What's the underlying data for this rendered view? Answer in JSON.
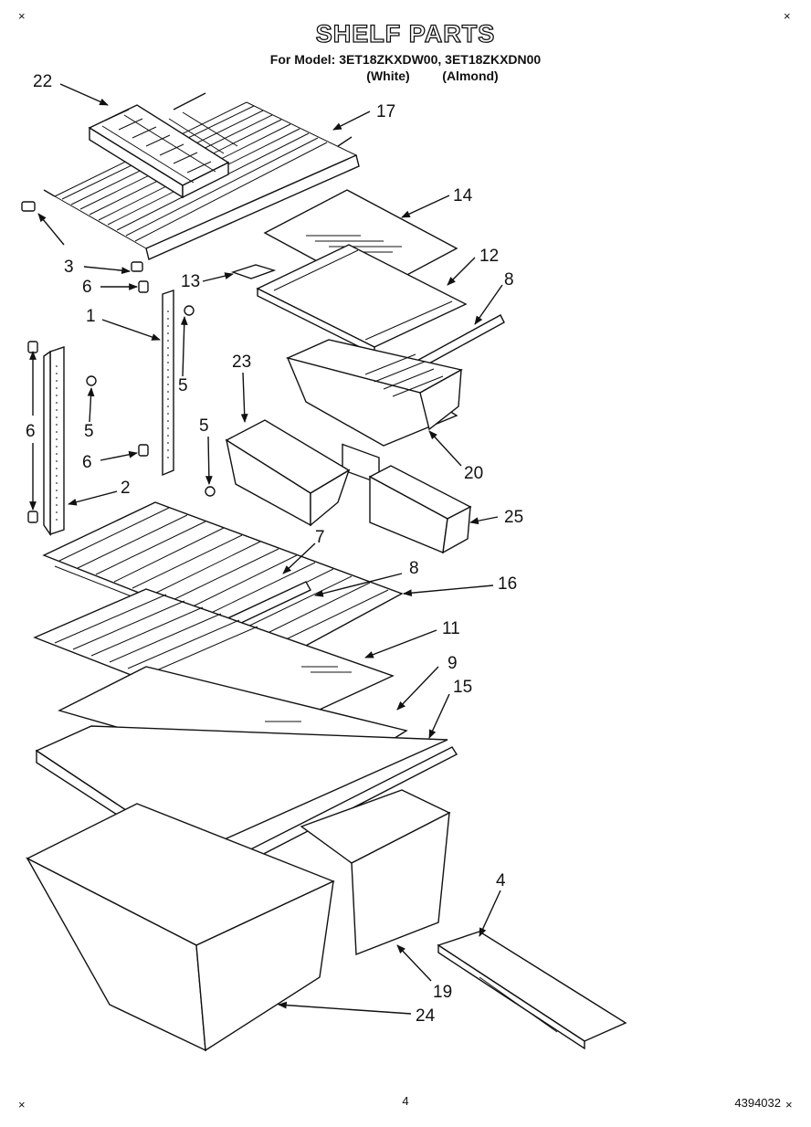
{
  "header": {
    "title": "SHELF PARTS",
    "model_line": "For Model: 3ET18ZKXDW00, 3ET18ZKXDN00",
    "color_white": "(White)",
    "color_almond": "(Almond)"
  },
  "callouts": [
    "22",
    "17",
    "14",
    "3",
    "12",
    "8",
    "13",
    "6",
    "1",
    "5",
    "23",
    "6",
    "5",
    "5",
    "6",
    "2",
    "20",
    "25",
    "7",
    "8",
    "16",
    "11",
    "9",
    "15",
    "4",
    "19",
    "24"
  ],
  "footer": {
    "page_number": "4",
    "doc_number": "4394032"
  }
}
